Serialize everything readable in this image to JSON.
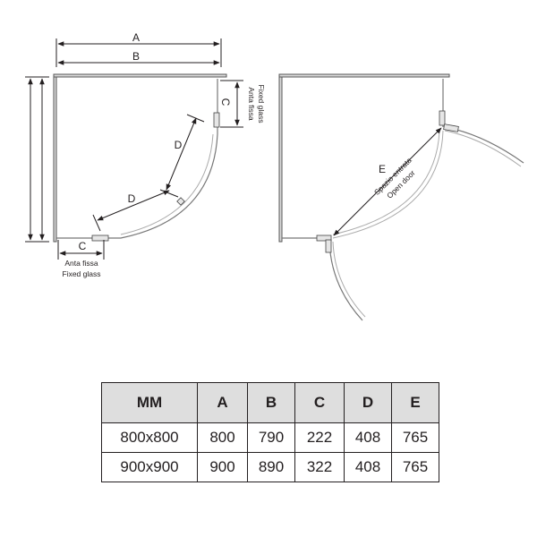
{
  "labels": {
    "a": "A",
    "b": "B",
    "c_right": "C",
    "c_bottom": "C",
    "d_upper": "D",
    "d_lower": "D",
    "e": "E"
  },
  "notes": {
    "fixed_right_it": "Anta fissa",
    "fixed_right_en": "Fixed glass",
    "fixed_bottom_it": "Anta fissa",
    "fixed_bottom_en": "Fixed glass",
    "entry_it": "Spazio entrata",
    "entry_en": "Open door"
  },
  "table": {
    "headers": [
      "MM",
      "A",
      "B",
      "C",
      "D",
      "E"
    ],
    "rows": [
      [
        "800x800",
        "800",
        "790",
        "222",
        "408",
        "765"
      ],
      [
        "900x900",
        "900",
        "890",
        "322",
        "408",
        "765"
      ]
    ]
  }
}
